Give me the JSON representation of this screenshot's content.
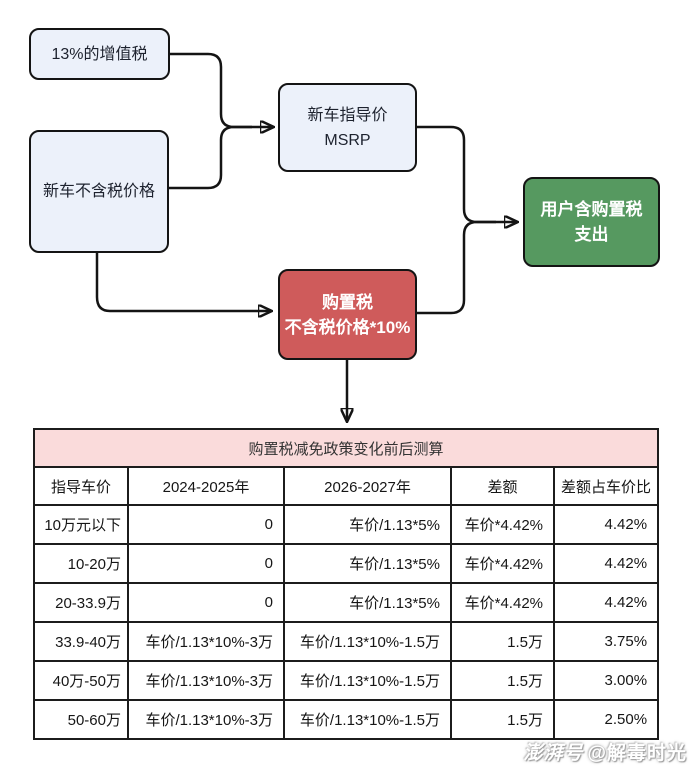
{
  "flowchart": {
    "nodes": {
      "vat": {
        "label": "13%的增值税"
      },
      "pretax": {
        "label": "新车不含税价格"
      },
      "msrp": {
        "line1": "新车指导价",
        "line2": "MSRP"
      },
      "tax": {
        "line1": "购置税",
        "line2": "不含税价格*10%"
      },
      "user": {
        "line1": "用户含购置税",
        "line2": "支出"
      }
    },
    "colors": {
      "node_fill": "#ecf1fa",
      "tax_red": "#cf5b5b",
      "user_green": "#569960",
      "line_black": "#141414"
    }
  },
  "table": {
    "title": "购置税减免政策变化前后测算",
    "title_bg": "#fadbdb",
    "headers": [
      "指导车价",
      "2024-2025年",
      "2026-2027年",
      "差额",
      "差额占车价比"
    ],
    "rows": [
      [
        "10万元以下",
        "0",
        "车价/1.13*5%",
        "车价*4.42%",
        "4.42%"
      ],
      [
        "10-20万",
        "0",
        "车价/1.13*5%",
        "车价*4.42%",
        "4.42%"
      ],
      [
        "20-33.9万",
        "0",
        "车价/1.13*5%",
        "车价*4.42%",
        "4.42%"
      ],
      [
        "33.9-40万",
        "车价/1.13*10%-3万",
        "车价/1.13*10%-1.5万",
        "1.5万",
        "3.75%"
      ],
      [
        "40万-50万",
        "车价/1.13*10%-3万",
        "车价/1.13*10%-1.5万",
        "1.5万",
        "3.00%"
      ],
      [
        "50-60万",
        "车价/1.13*10%-3万",
        "车价/1.13*10%-1.5万",
        "1.5万",
        "2.50%"
      ]
    ]
  },
  "watermark": {
    "logo": "澎湃号",
    "handle": "@解毒时光"
  }
}
